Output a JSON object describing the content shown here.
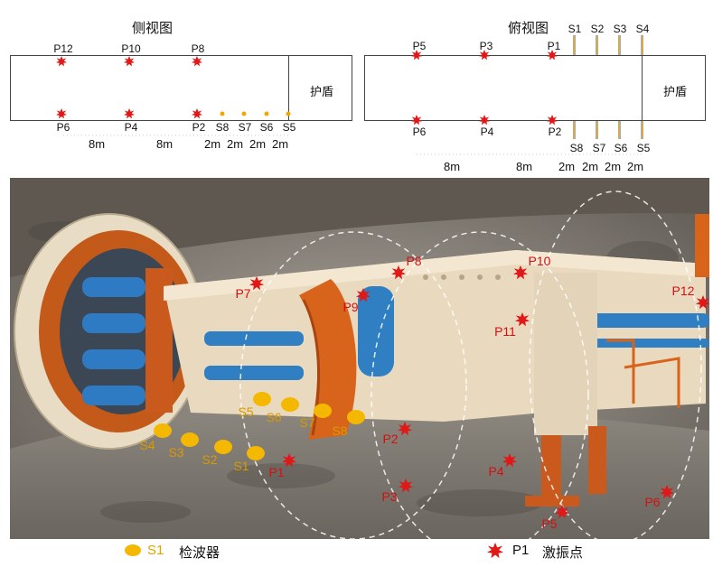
{
  "side_view": {
    "title": "侧视图",
    "shield_label": "护盾",
    "top_points": [
      "P12",
      "P10",
      "P8"
    ],
    "bottom_points": [
      "P6",
      "P4",
      "P2"
    ],
    "sensors": [
      "S8",
      "S7",
      "S6",
      "S5"
    ],
    "dims": [
      "8m",
      "8m",
      "2m",
      "2m",
      "2m",
      "2m"
    ]
  },
  "top_view": {
    "title": "俯视图",
    "shield_label": "护盾",
    "top_points": [
      "P5",
      "P3",
      "P1"
    ],
    "bottom_points": [
      "P6",
      "P4",
      "P2"
    ],
    "top_sensors": [
      "S1",
      "S2",
      "S3",
      "S4"
    ],
    "bottom_sensors": [
      "S8",
      "S7",
      "S6",
      "S5"
    ],
    "dims": [
      "8m",
      "8m",
      "2m",
      "2m",
      "2m",
      "2m"
    ]
  },
  "photo_labels": {
    "sensors": [
      "S5",
      "S6",
      "S7",
      "S8",
      "S4",
      "S3",
      "S2",
      "S1"
    ],
    "sources": [
      "P7",
      "P8",
      "P9",
      "P10",
      "P11",
      "P12",
      "P2",
      "P1",
      "P3",
      "P4",
      "P6",
      "P5"
    ]
  },
  "legend": {
    "sensor_symbol": "S1",
    "sensor_text": "检波器",
    "source_symbol": "P1",
    "source_text": "激振点"
  },
  "colors": {
    "sensor": "#f5b800",
    "source": "#e01818",
    "machine": "#e9d9be",
    "orange": "#d8641c",
    "blue": "#2f7fc2"
  }
}
